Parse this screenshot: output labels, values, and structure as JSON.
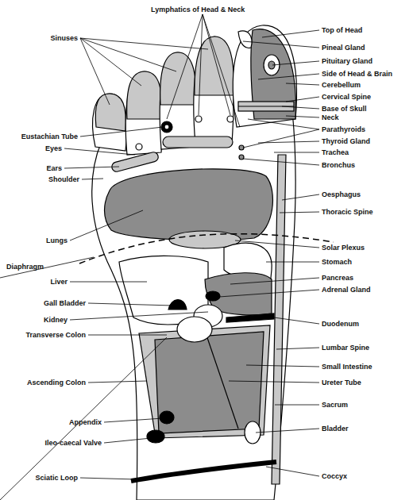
{
  "diagram": {
    "labels": [
      "Lymphatics of Head & Neck",
      "Sinuses",
      "Top of Head",
      "Pineal Gland",
      "Pituitary Gland",
      "Side of Head & Brain",
      "Cerebellum",
      "Cervical Spine",
      "Base of Skull",
      "Neck",
      "Eustachian Tube",
      "Parathyroids",
      "Eyes",
      "Thyroid Gland",
      "Ears",
      "Trachea",
      "Shoulder",
      "Bronchus",
      "Oesphagus",
      "Thoracic Spine",
      "Lungs",
      "Solar Plexus",
      "Diaphragm",
      "Stomach",
      "Liver",
      "Pancreas",
      "Gall Bladder",
      "Adrenal Gland",
      "Kidney",
      "Duodenum",
      "Transverse Colon",
      "Lumbar Spine",
      "Small Intestine",
      "Ascending Colon",
      "Ureter Tube",
      "Sacrum",
      "Appendix",
      "Bladder",
      "Ileo-caecal Valve",
      "Sciatic Loop",
      "Coccyx"
    ]
  }
}
